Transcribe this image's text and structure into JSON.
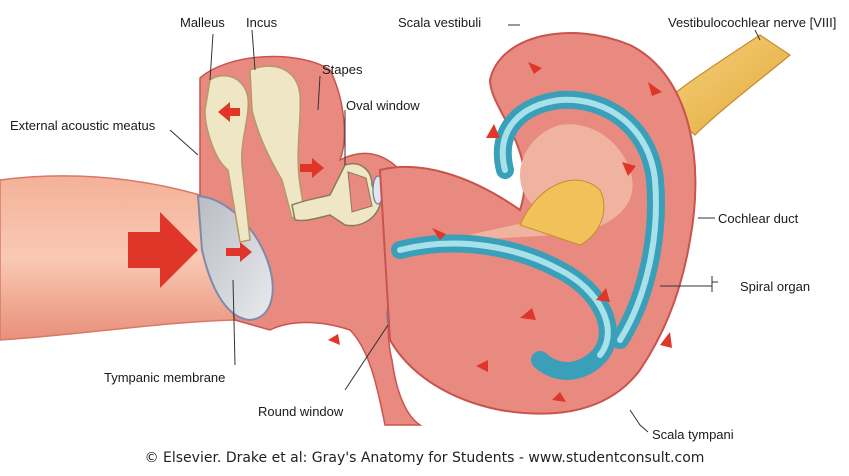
{
  "labels": {
    "malleus": "Malleus",
    "incus": "Incus",
    "stapes": "Stapes",
    "oval_window": "Oval window",
    "external_acoustic_meatus": "External acoustic meatus",
    "tympanic_membrane": "Tympanic membrane",
    "round_window": "Round window",
    "scala_vestibuli": "Scala vestibuli",
    "vestibulocochlear_nerve": "Vestibulocochlear nerve [VIII]",
    "cochlear_duct": "Cochlear duct",
    "spiral_organ": "Spiral organ",
    "scala_tympani": "Scala tympani"
  },
  "credit": "© Elsevier. Drake et al: Gray's Anatomy for Students - www.studentconsult.com",
  "colors": {
    "tissue": "#e98a80",
    "tissue_dark": "#c8544d",
    "bone": "#efe6c6",
    "cochlear_duct": "#3a9fb8",
    "nerve": "#f2c25a",
    "arrow": "#e0362a"
  }
}
